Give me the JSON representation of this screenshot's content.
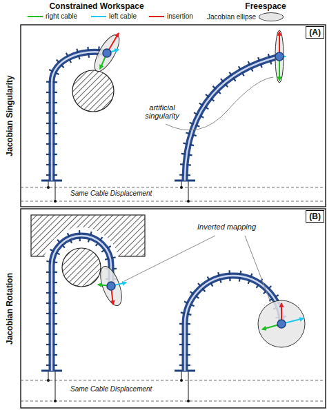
{
  "diagram": {
    "nodes": [
      {
        "text": [
          "(A)"
        ]
      },
      {
        "text": [
          "(B)"
        ]
      }
    ],
    "labels": [
      "Constrained Workspace",
      "Freespace",
      "Jacobian Singularity",
      "Jacobian Rotation",
      "artificial singularity",
      "Same Cable Displacement",
      "Inverted mapping",
      "Same Cable Displacement"
    ],
    "legend": [
      {
        "text": "right cable",
        "color": "#1fbf1f"
      },
      {
        "text": "left cable",
        "color": "#1ec8f0"
      },
      {
        "text": "insertion",
        "color": "#e02020"
      },
      {
        "text": "Jacobian ellipse"
      }
    ]
  }
}
